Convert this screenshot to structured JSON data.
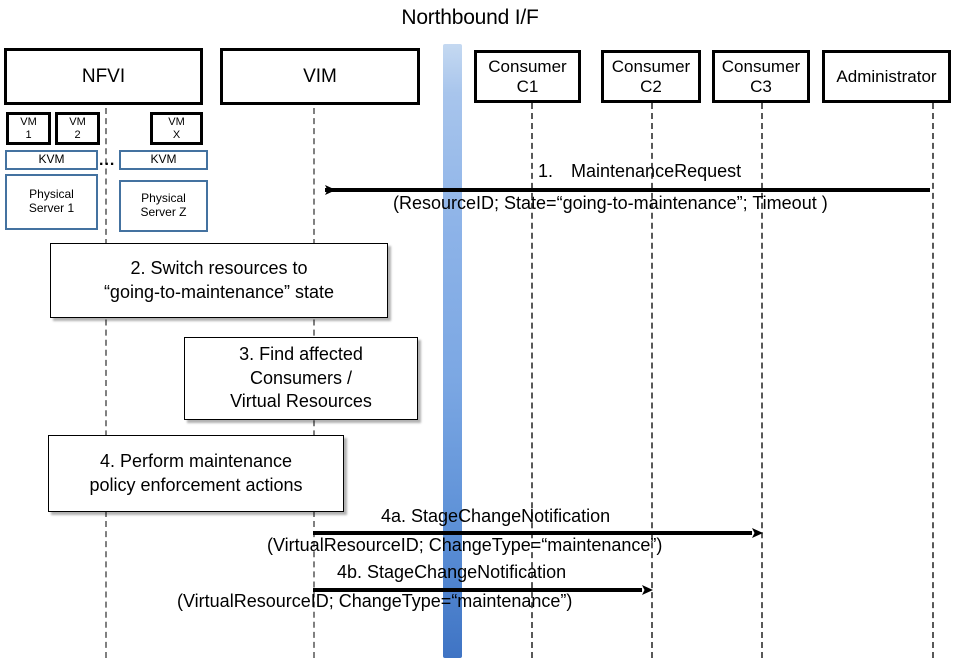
{
  "title": "Northbound I/F",
  "colors": {
    "northbound_bar_light": "#a8c5ec",
    "northbound_bar_dark": "#3f74c4",
    "blue_box_border": "#4472a0",
    "lifeline": "#808080",
    "arrow": "#000000"
  },
  "actors": [
    {
      "id": "nfvi",
      "label": "NFVI"
    },
    {
      "id": "vim",
      "label": "VIM"
    },
    {
      "id": "c1",
      "label": "Consumer\nC1"
    },
    {
      "id": "c2",
      "label": "Consumer\nC2"
    },
    {
      "id": "c3",
      "label": "Consumer\nC3"
    },
    {
      "id": "admin",
      "label": "Administrator"
    }
  ],
  "nfvi_detail": {
    "vms": [
      {
        "label": "VM\n1"
      },
      {
        "label": "VM\n2"
      },
      {
        "label": "VM\nX"
      }
    ],
    "hypervisors": [
      {
        "label": "KVM"
      },
      {
        "label": "KVM"
      }
    ],
    "servers": [
      {
        "label": "Physical\nServer 1"
      },
      {
        "label": "Physical\nServer Z"
      }
    ],
    "ellipsis": "..."
  },
  "process_steps": [
    {
      "id": "step2",
      "text": "2. Switch resources to\n“going-to-maintenance” state"
    },
    {
      "id": "step3",
      "text": "3. Find affected\nConsumers /\nVirtual Resources"
    },
    {
      "id": "step4",
      "text": "4. Perform maintenance\npolicy enforcement actions"
    }
  ],
  "messages": [
    {
      "id": "msg1",
      "name": "1. MaintenanceRequest",
      "params": "(ResourceID; State=“going-to-maintenance”; Timeout )",
      "from": "admin",
      "to": "vim",
      "direction": "left"
    },
    {
      "id": "msg4a",
      "name": "4a. StageChangeNotification",
      "params": "(VirtualResourceID; ChangeType=“maintenance”)",
      "from": "vim",
      "to": "c3",
      "direction": "right"
    },
    {
      "id": "msg4b",
      "name": "4b. StageChangeNotification",
      "params": "(VirtualResourceID; ChangeType=“maintenance”)",
      "from": "vim",
      "to": "c2",
      "direction": "right"
    }
  ]
}
